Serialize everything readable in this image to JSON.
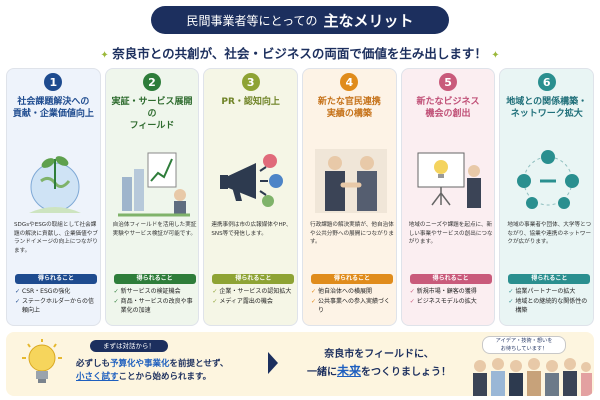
{
  "header": {
    "title_prefix": "民間事業者等にとっての",
    "title_strong": "主なメリット",
    "subtitle": "奈良市との共創が、社会・ビジネスの両面で価値を生み出します！"
  },
  "gain_label": "得られること",
  "cards": [
    {
      "num": "1",
      "title": "社会課題解決への\n貢献・企業価値向上",
      "desc": "SDGsやESGの取組として社会課題の解決に貢献し、企業価値やブランドイメージの向上につながります。",
      "items": [
        "CSR・ESGの強化",
        "ステークホルダーからの信頼向上"
      ]
    },
    {
      "num": "2",
      "title": "実証・サービス展開の\nフィールド",
      "desc": "自治体フィールドを活用した実証実験やサービス検証が可能です。",
      "items": [
        "新サービスの検証機会",
        "商品・サービスの改良や事業化の加速"
      ]
    },
    {
      "num": "3",
      "title": "PR・認知向上",
      "desc": "連携事例は市の広報媒体やHP、SNS等で発信します。",
      "items": [
        "企業・サービスの認知拡大",
        "メディア露出の機会"
      ]
    },
    {
      "num": "4",
      "title": "新たな官民連携\n実績の構築",
      "desc": "行政課題の解決実績が、他自治体や公共分野への展開につながります。",
      "items": [
        "他自治体への横展開",
        "公共事業への参入実績づくり"
      ]
    },
    {
      "num": "5",
      "title": "新たなビジネス\n機会の創出",
      "desc": "地域のニーズや課題を起点に、新しい事業やサービスの創出につながります。",
      "items": [
        "新規市場・顧客の獲得",
        "ビジネスモデルの拡大"
      ]
    },
    {
      "num": "6",
      "title": "地域との関係構築・\nネットワーク拡大",
      "desc": "地域の事業者や団体、大学等とつながり、協業や連携のネットワークが広がります。",
      "items": [
        "協業パートナーの拡大",
        "地域との継続的な関係性の構築"
      ]
    }
  ],
  "bottom": {
    "pill": "まずは対話から！",
    "line1_a": "必ずしも",
    "line1_hl": "予算化や事業化",
    "line1_b": "を前提とせず、",
    "line2_ul": "小さく試す",
    "line2_b": "ことから始められます。",
    "cta_line1": "奈良市をフィールドに、",
    "cta_a": "一緒に",
    "cta_blue": "未来",
    "cta_b": "をつくりましょう！",
    "speech": "アイデア・技術・想いを\nお待ちしています！"
  },
  "colors": {
    "navy": "#1c2f5e",
    "card1": "#1e4b8f",
    "card2": "#2e7d3a",
    "card3": "#8ea334",
    "card4": "#e08c1c",
    "card5": "#c95a7b",
    "card6": "#2a8f8f"
  }
}
